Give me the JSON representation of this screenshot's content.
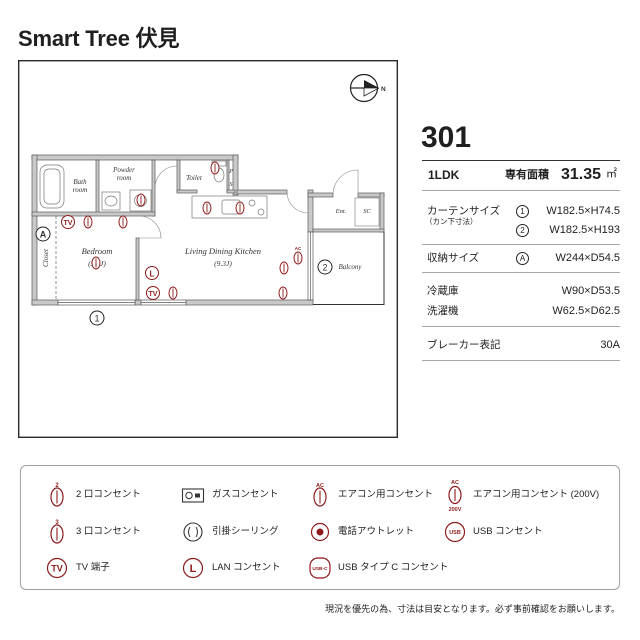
{
  "title": "Smart Tree 伏見",
  "colors": {
    "icon_red": "#8e1b1b",
    "wall_gray": "#c9c9c9"
  },
  "compass": {
    "north_label": "N"
  },
  "plan": {
    "bath_line1": "Bath",
    "bath_line2": "room",
    "powder_line1": "Powder",
    "powder_line2": "room",
    "toilet": "Toilet",
    "ps_line1": "P",
    "ps_line2": "S",
    "entrance": "Ent.",
    "shoe_closet": "SC",
    "bedroom": "Bedroom",
    "bedroom_size": "(5.2J)",
    "ldk": "Living Dining Kitchen",
    "ldk_size": "(9.3J)",
    "closet": "Closet",
    "balcony": "Balcony",
    "marker_a": "A",
    "marker_1": "1",
    "marker_2": "2",
    "tv_label": "TV",
    "lan_label": "L",
    "ac_label": "AC"
  },
  "spec": {
    "unit_number": "301",
    "layout_type": "1LDK",
    "area_label": "専有面積",
    "area_value": "31.35",
    "area_unit": "㎡",
    "curtain_label": "カーテンサイズ",
    "curtain_note": "（カン下寸法）",
    "curtain_1_marker": "1",
    "curtain_1_value": "W182.5×H74.5",
    "curtain_2_marker": "2",
    "curtain_2_value": "W182.5×H193",
    "storage_label": "収納サイズ",
    "storage_marker": "A",
    "storage_value": "W244×D54.5",
    "fridge_label": "冷蔵庫",
    "fridge_value": "W90×D53.5",
    "washer_label": "洗濯機",
    "washer_value": "W62.5×D62.5",
    "breaker_label": "ブレーカー表記",
    "breaker_value": "30A"
  },
  "legend": {
    "outlet_2": {
      "label": "2 口コンセント",
      "icon": "two-gang-outlet-icon",
      "icon_text": "2"
    },
    "gas": {
      "label": "ガスコンセント",
      "icon": "gas-outlet-icon"
    },
    "ac": {
      "label": "エアコン用コンセント",
      "icon": "ac-outlet-icon",
      "icon_text": "AC"
    },
    "ac_200v": {
      "label": "エアコン用コンセント (200V)",
      "icon": "ac-200v-outlet-icon",
      "icon_text": "AC",
      "icon_subtext": "200V"
    },
    "outlet_3": {
      "label": "3 口コンセント",
      "icon": "three-gang-outlet-icon",
      "icon_text": "3"
    },
    "ceiling": {
      "label": "引掛シーリング",
      "icon": "ceiling-hook-icon"
    },
    "phone": {
      "label": "電話アウトレット",
      "icon": "phone-outlet-icon"
    },
    "usb": {
      "label": "USB コンセント",
      "icon": "usb-outlet-icon",
      "icon_text": "USB"
    },
    "tv": {
      "label": "TV 端子",
      "icon": "tv-terminal-icon",
      "icon_text": "TV"
    },
    "lan": {
      "label": "LAN コンセント",
      "icon": "lan-outlet-icon",
      "icon_text": "L"
    },
    "usbc": {
      "label": "USB タイプ C コンセント",
      "icon": "usb-c-outlet-icon",
      "icon_text": "USB-C"
    }
  },
  "note": "現況を優先の為、寸法は目安となります。必ず事前確認をお願いします。"
}
